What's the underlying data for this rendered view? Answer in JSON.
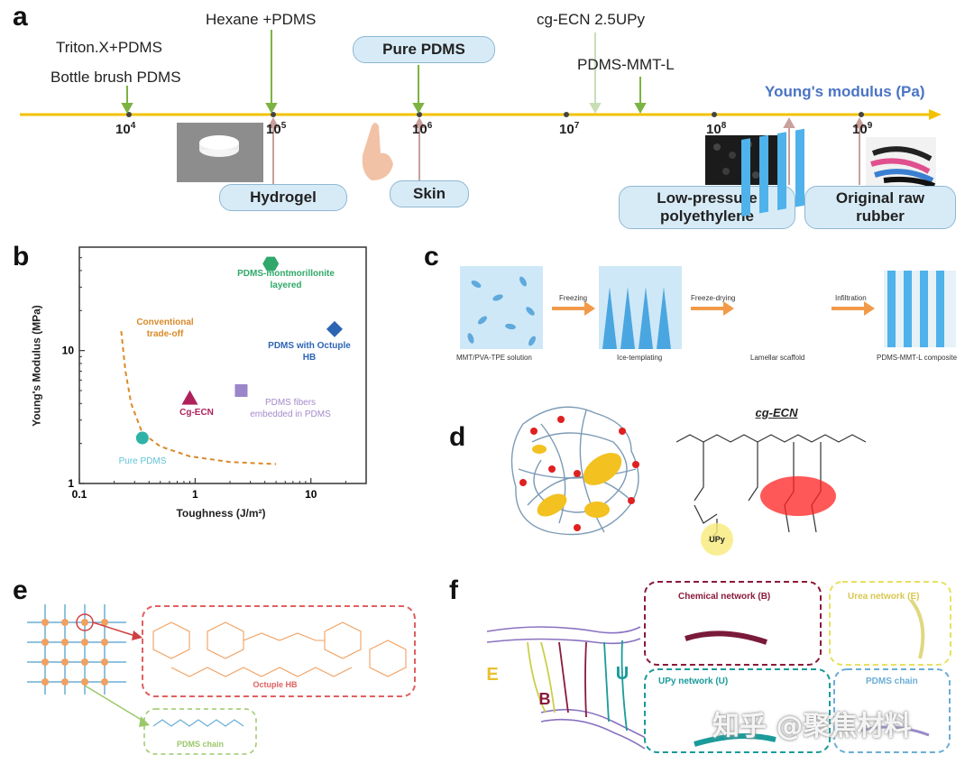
{
  "panel_labels": {
    "a": "a",
    "b": "b",
    "c": "c",
    "d": "d",
    "e": "e",
    "f": "f"
  },
  "panel_a": {
    "axis_title": "Young's modulus (Pa)",
    "ticks": [
      {
        "base": "10",
        "exp": "4"
      },
      {
        "base": "10",
        "exp": "5"
      },
      {
        "base": "10",
        "exp": "6"
      },
      {
        "base": "10",
        "exp": "7"
      },
      {
        "base": "10",
        "exp": "8"
      },
      {
        "base": "10",
        "exp": "9"
      }
    ],
    "above": {
      "triton": "Triton.X+PDMS",
      "bottle": "Bottle brush PDMS",
      "hexane": "Hexane +PDMS",
      "pure": "Pure PDMS",
      "cgecn": "cg-ECN 2.5UPy",
      "mmt": "PDMS-MMT-L"
    },
    "below": {
      "hydrogel": "Hydrogel",
      "skin": "Skin",
      "lp_line1": "Low-pressure",
      "lp_line2": "polyethylene",
      "rr_line1": "Original raw",
      "rr_line2": "rubber"
    }
  },
  "chart_data": {
    "type": "scatter",
    "xlabel": "Toughness (J/m²)",
    "ylabel": "Young's Modulus (MPa)",
    "xscale": "log",
    "yscale": "log",
    "xlim": [
      0.1,
      30
    ],
    "ylim": [
      1,
      60
    ],
    "x_tick_labels": [
      "0.1",
      "1",
      "10"
    ],
    "y_tick_labels": [
      "1",
      "10"
    ],
    "points": [
      {
        "name": "Pure PDMS",
        "x": 0.35,
        "y": 2.2,
        "color": "#2fb3a6",
        "marker": "sphere"
      },
      {
        "name": "Cg-ECN",
        "x": 0.9,
        "y": 4.3,
        "color": "#b0205a",
        "marker": "pyramid"
      },
      {
        "name": "PDMS fibers embedded in PDMS",
        "x": 2.5,
        "y": 5.0,
        "color": "#9a86c8",
        "marker": "cube"
      },
      {
        "name": "PDMS-montmorillonite layered",
        "x": 4.5,
        "y": 45,
        "color": "#2fa86a",
        "marker": "hexagon"
      },
      {
        "name": "PDMS with Octuple HB",
        "x": 16,
        "y": 14.5,
        "color": "#2c64b5",
        "marker": "diamond"
      }
    ],
    "trade_off_curve": {
      "label": "Conventional trade-off",
      "color": "#d98a2a",
      "points": [
        [
          0.23,
          14
        ],
        [
          0.25,
          7
        ],
        [
          0.28,
          4
        ],
        [
          0.35,
          2.4
        ],
        [
          0.5,
          1.9
        ],
        [
          0.9,
          1.6
        ],
        [
          2,
          1.45
        ],
        [
          5,
          1.4
        ]
      ]
    },
    "labels": {
      "pure": "Pure PDMS",
      "cgecn": "Cg-ECN",
      "fibers_line1": "PDMS fibers",
      "fibers_line2": "embedded in PDMS",
      "mmt_line1": "PDMS-montmorillonite",
      "mmt_line2": "layered",
      "octuple_line1": "PDMS with Octuple",
      "octuple_line2": "HB",
      "tradeoff_line1": "Conventional",
      "tradeoff_line2": "trade-off"
    }
  },
  "panel_c": {
    "steps": [
      "MMT/PVA-TPE solution",
      "Ice-templating",
      "Lamellar scaffold",
      "PDMS-MMT-L composite"
    ],
    "arrows": [
      "Freezing",
      "Freeze-drying",
      "Infiltration"
    ]
  },
  "panel_d": {
    "title": "cg-ECN",
    "upy": "UPy"
  },
  "panel_e": {
    "octuple": "Octuple HB",
    "pdms_chain": "PDMS chain"
  },
  "panel_f": {
    "chemical": "Chemical network (B)",
    "urea": "Urea network (E)",
    "upy": "UPy network (U)",
    "pdms": "PDMS chain",
    "letter_e": "E",
    "letter_b": "B",
    "letter_u": "U"
  },
  "watermark": "知乎 @聚焦材料",
  "colors": {
    "axis": "#f2c200",
    "green_arrow": "#7cb342",
    "pink_arrow": "#c9a09a",
    "pill": "#d7ebf7"
  }
}
